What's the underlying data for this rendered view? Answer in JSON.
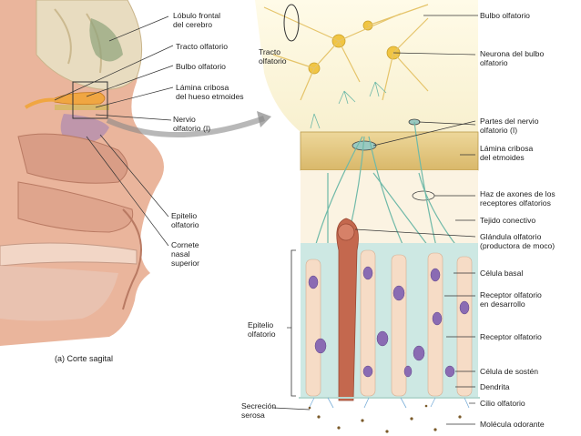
{
  "left_panel": {
    "labels": {
      "lobulo_frontal": "Lóbulo frontal\ndel cerebro",
      "tracto_olfatorio": "Tracto olfatorio",
      "bulbo_olfatorio": "Bulbo olfatorio",
      "lamina_cribosa": "Lámina cribosa\ndel hueso etmoides",
      "nervio_olfatorio": "Nervio\nolfatorio (I)",
      "epitelio_olfatorio": "Epitelio\nolfatorio",
      "cornete": "Cornete\nnasal\nsuperior"
    },
    "caption": "(a) Corte sagital"
  },
  "right_panel": {
    "labels": {
      "tracto_olfatorio": "Tracto\nolfatorio",
      "bulbo_olfatorio": "Bulbo olfatorio",
      "neurona_bulbo": "Neurona del bulbo\nolfatorio",
      "partes_nervio": "Partes del nervio\nolfatorio (I)",
      "lamina_cribosa": "Lámina cribosa\ndel etmoides",
      "haz_axones": "Haz de axones de los\nreceptores olfatorios",
      "tejido_conectivo": "Tejido conectivo",
      "glandula": "Glándula olfatorio\n(productora de moco)",
      "celula_basal": "Célula basal",
      "receptor_desarrollo": "Receptor olfatorio\nen desarrollo",
      "receptor_olfatorio": "Receptor olfatorio",
      "celula_sosten": "Célula de sostén",
      "dendrita": "Dendrita",
      "cilio": "Cilio olfatorio",
      "molecula": "Molécula odorante",
      "epitelio": "Epitelio\nolfatorio",
      "secrecion": "Secreción\nserosa"
    }
  },
  "colors": {
    "brain": "#e8dcc0",
    "tissue": "#e9b49c",
    "bone": "#e2c67c",
    "nerve": "#f0a642",
    "mucosa": "#cde8e3",
    "nucleus": "#8a6bb3",
    "gland": "#c4684e"
  }
}
